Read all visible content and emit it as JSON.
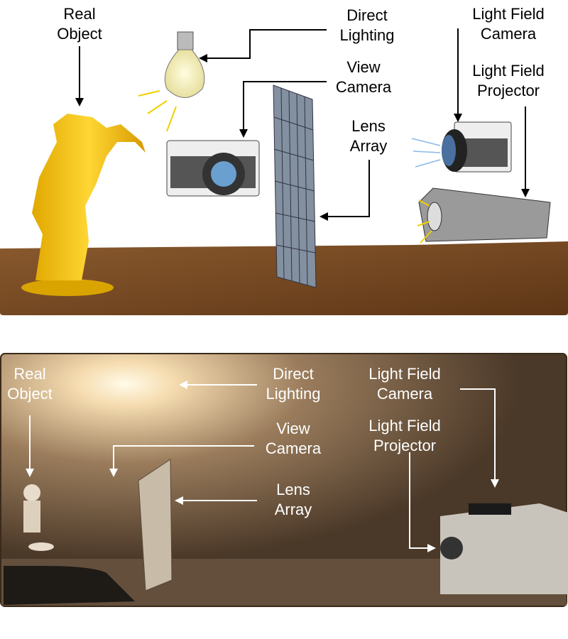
{
  "top_panel": {
    "labels": {
      "real_object": [
        "Real",
        "Object"
      ],
      "direct_lighting": [
        "Direct",
        "Lighting"
      ],
      "view_camera": [
        "View",
        "Camera"
      ],
      "lens_array": [
        "Lens",
        "Array"
      ],
      "lf_camera": [
        "Light Field",
        "Camera"
      ],
      "lf_projector": [
        "Light Field",
        "Projector"
      ]
    }
  },
  "bottom_panel": {
    "labels": {
      "real_object": [
        "Real",
        "Object"
      ],
      "direct_lighting": [
        "Direct",
        "Lighting"
      ],
      "view_camera": [
        "View",
        "Camera"
      ],
      "lens_array": [
        "Lens",
        "Array"
      ],
      "lf_camera": [
        "Light Field",
        "Camera"
      ],
      "lf_projector": [
        "Light Field",
        "Projector"
      ]
    }
  },
  "colors": {
    "table": "#7a4a22",
    "object": "#f2c21a",
    "photo_bg": "#6b5540",
    "arrow_top": "#000000",
    "arrow_bottom": "#ffffff"
  }
}
